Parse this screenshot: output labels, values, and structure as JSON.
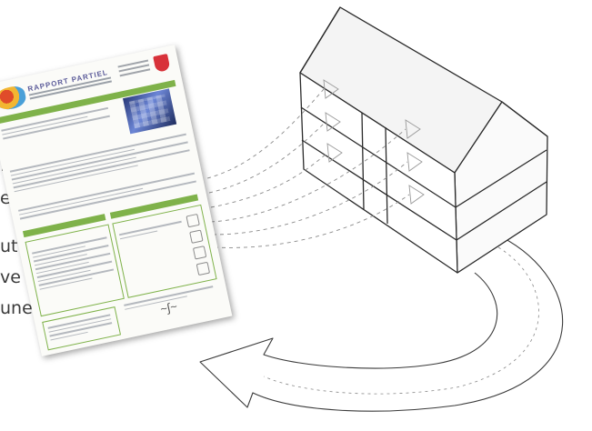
{
  "paragraph_fragments": [
    ".",
    "e",
    "ut",
    "ve",
    "une"
  ],
  "document": {
    "title": "RAPPORT PARTIEL"
  }
}
